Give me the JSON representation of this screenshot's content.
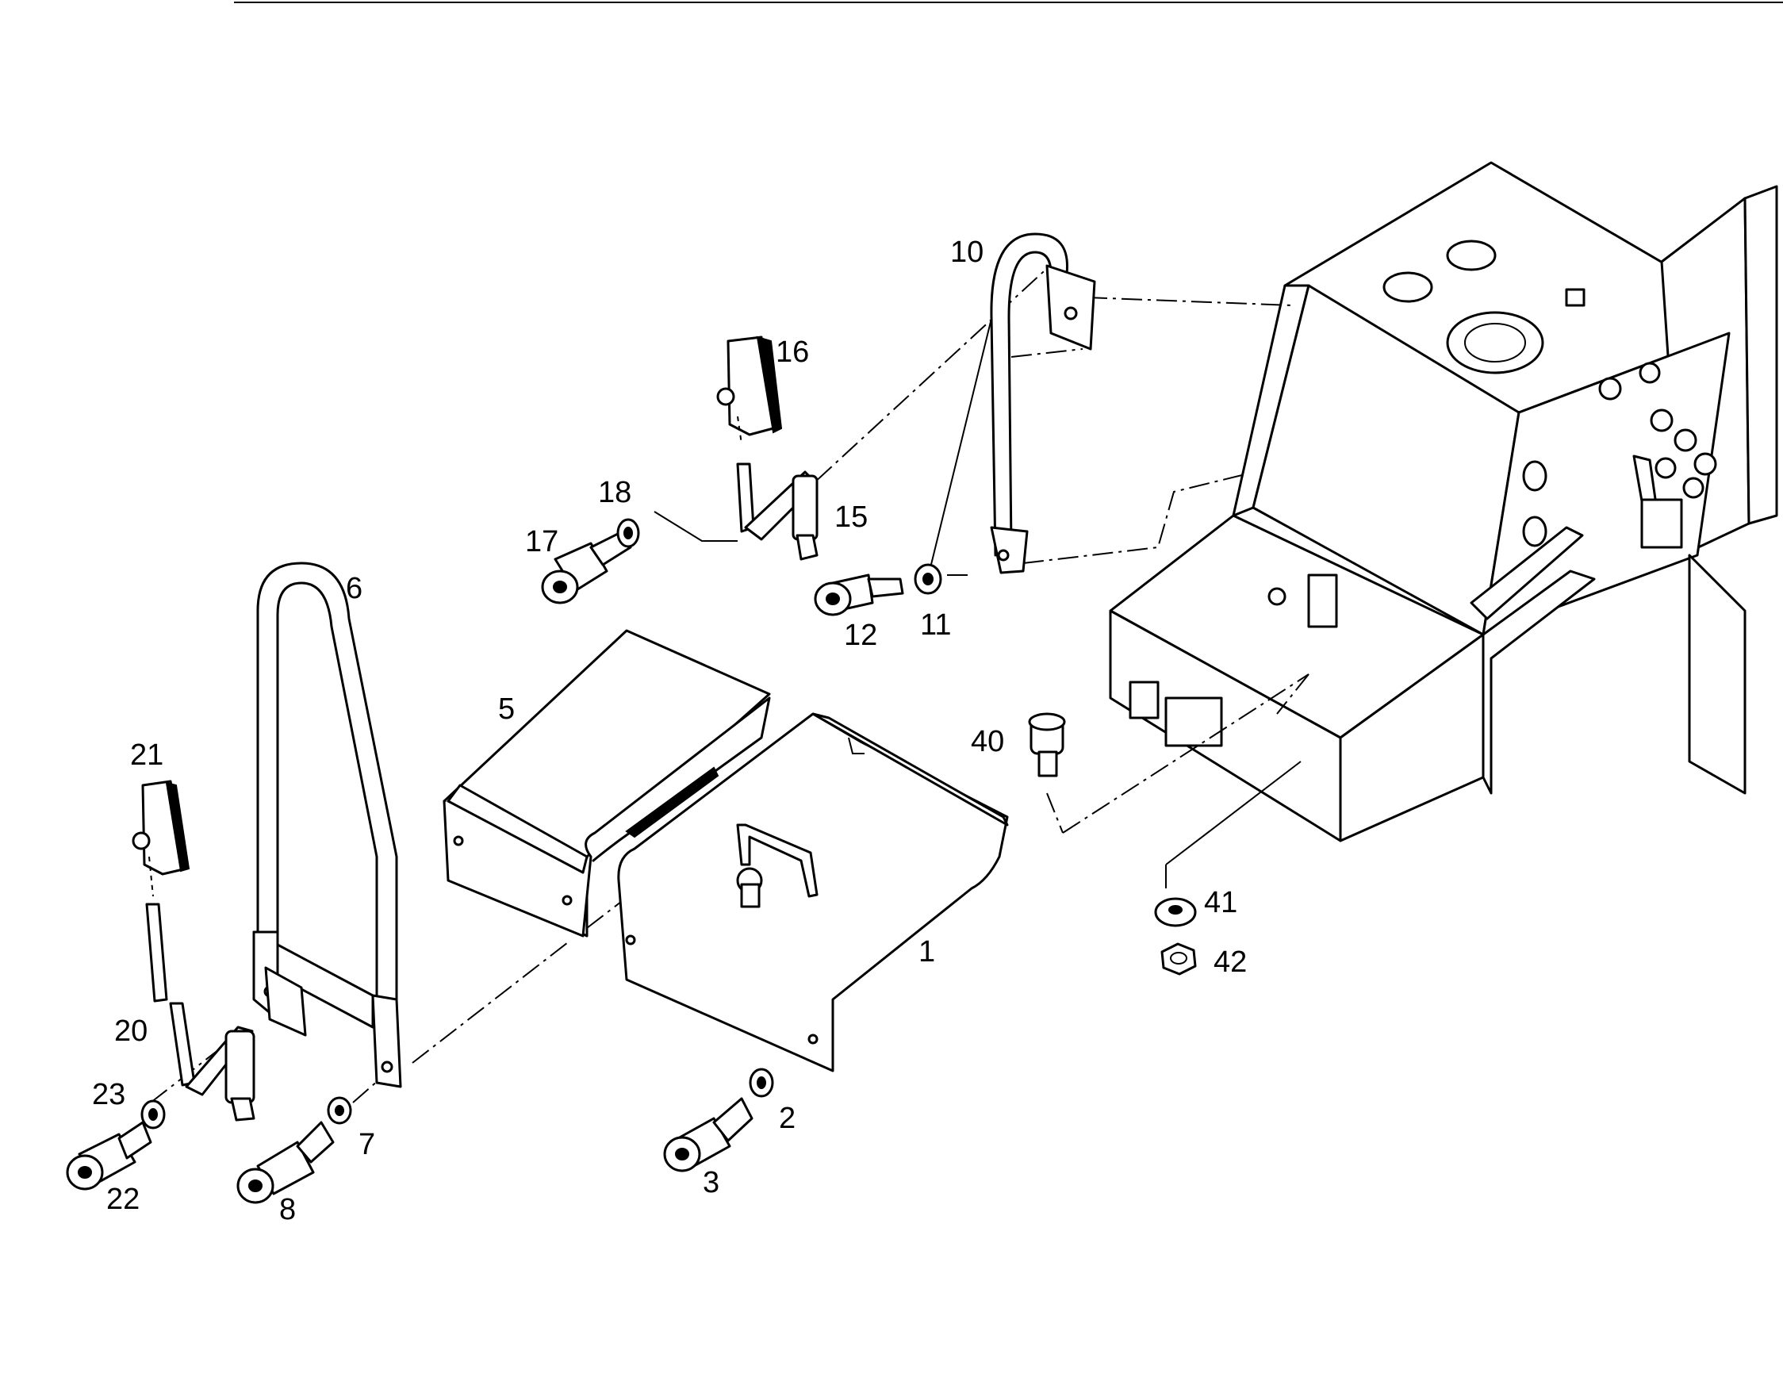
{
  "colors": {
    "ink": "#000000",
    "paper": "#ffffff"
  },
  "callouts": [
    "1",
    "2",
    "3",
    "5",
    "6",
    "7",
    "8",
    "10",
    "11",
    "12",
    "15",
    "16",
    "17",
    "18",
    "20",
    "21",
    "22",
    "23",
    "40",
    "41",
    "42"
  ]
}
